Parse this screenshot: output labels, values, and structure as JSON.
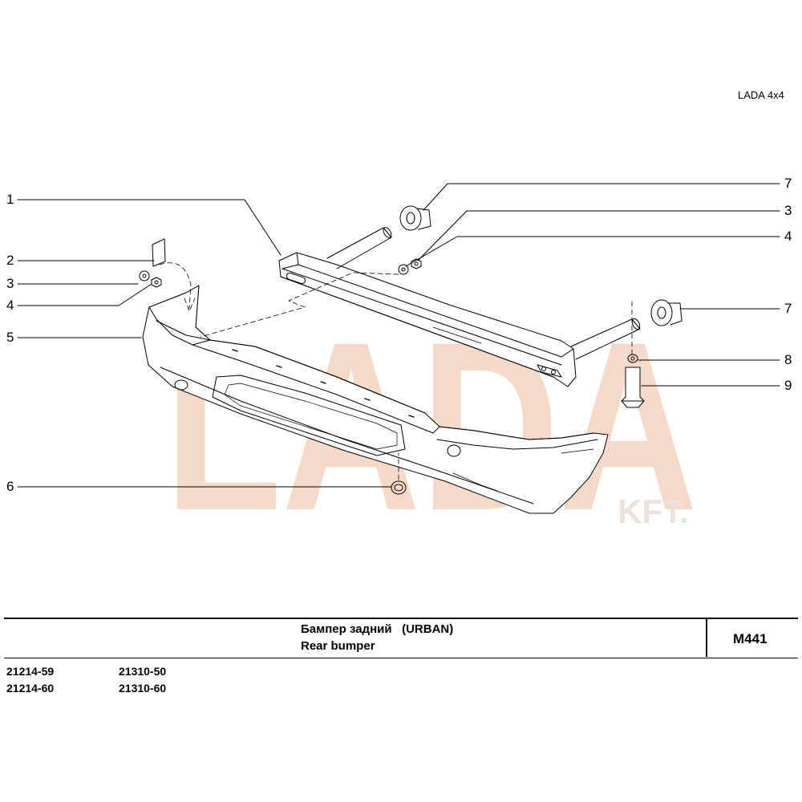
{
  "header": {
    "brand": "LADA 4x4"
  },
  "callouts": {
    "left": [
      {
        "num": "1"
      },
      {
        "num": "2"
      },
      {
        "num": "3"
      },
      {
        "num": "4"
      },
      {
        "num": "5"
      },
      {
        "num": "6"
      }
    ],
    "right": [
      {
        "num": "7"
      },
      {
        "num": "3"
      },
      {
        "num": "4"
      },
      {
        "num": "7"
      },
      {
        "num": "8"
      },
      {
        "num": "9"
      }
    ]
  },
  "watermark": {
    "text": "LADA",
    "sub": "KFT."
  },
  "title_block": {
    "title_ru": "Бампер задний   (URBAN)",
    "title_en": "Rear bumper",
    "code": "M441"
  },
  "models": [
    [
      "21214-59",
      "21310-50"
    ],
    [
      "21214-60",
      "21310-60"
    ]
  ],
  "colors": {
    "line": "#000000",
    "watermark": "#f6d5c4"
  }
}
